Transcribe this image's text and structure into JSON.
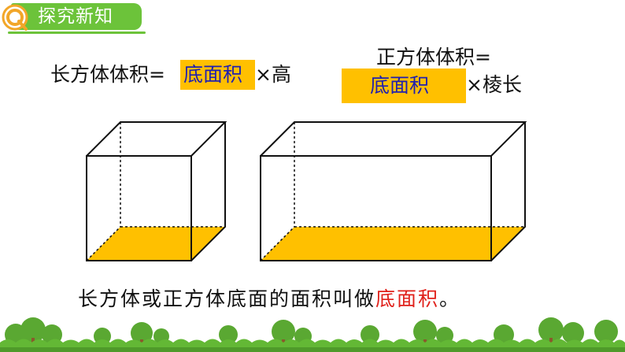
{
  "header": {
    "title": "探究新知",
    "icon": "magnifier-q-icon",
    "accent": "#6cc33a"
  },
  "formula_cuboid": {
    "prefix": "长方体体积=",
    "highlight": "底面积",
    "suffix": "×高"
  },
  "formula_cube": {
    "line1": "正方体体积=",
    "highlight": "底面积",
    "suffix": "×棱长"
  },
  "caption": {
    "text": "长方体或正方体底面的面积叫做",
    "highlight": "底面积",
    "end": "。"
  },
  "colors": {
    "highlight_fill": "#ffc000",
    "highlight_text": "#1f1fb0",
    "caption_highlight": "#e0201a",
    "grass": "#63b835"
  }
}
